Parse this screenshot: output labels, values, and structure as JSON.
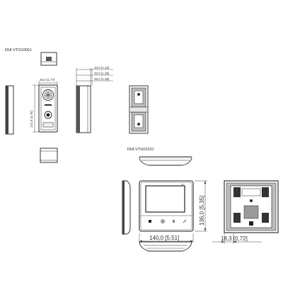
{
  "models": {
    "door_station": "DHI-VTO1000J",
    "monitor": "DHI-VTH1010J"
  },
  "dimensions": {
    "door_station": {
      "width_a": "45,0 [1,77]",
      "height": "121,0 [4,76]",
      "depth_top": "33,6 [1,32]",
      "depth_mid": "33,0 [1,30]",
      "depth_bottom": "35,0 [1,38]"
    },
    "monitor": {
      "width": "140,0 [5,51]",
      "height": "136,0 [5,35]",
      "depth": "18,3 [0,72]"
    }
  },
  "colors": {
    "line": "#222222",
    "dim_line": "#444444",
    "shade": "#9a9a9a",
    "dark": "#2a2a2a",
    "screen": "#ffffff"
  }
}
